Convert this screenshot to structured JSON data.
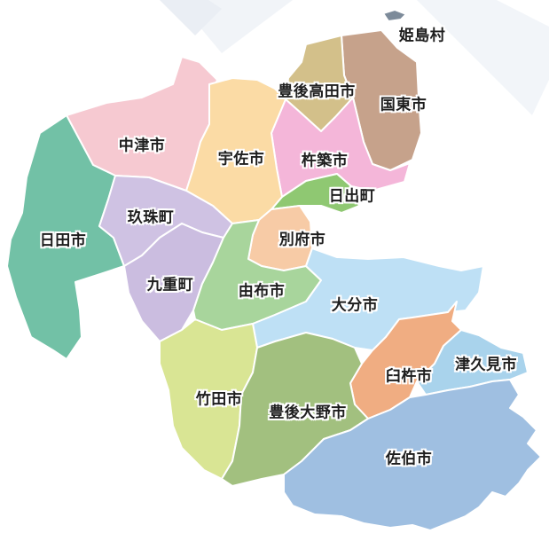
{
  "colors": {
    "background": "#ffffff",
    "decoration": "#eef2f6",
    "label_text": "#1e1e1e",
    "label_outline": "#ffffff"
  },
  "regions": {
    "himeshima": {
      "label": "姫島村",
      "color": "#7d8b9a"
    },
    "bungotakada": {
      "label": "豊後高田市",
      "color": "#d3c08a"
    },
    "kunisaki": {
      "label": "国東市",
      "color": "#c6a28b"
    },
    "nakatsu": {
      "label": "中津市",
      "color": "#f6c9d1"
    },
    "usa": {
      "label": "宇佐市",
      "color": "#fbdba5"
    },
    "kitsuki": {
      "label": "杵築市",
      "color": "#f4b6d9"
    },
    "hiji": {
      "label": "日出町",
      "color": "#8fc872"
    },
    "hita": {
      "label": "日田市",
      "color": "#72c1a6"
    },
    "kusu": {
      "label": "玖珠町",
      "color": "#cfc2e3"
    },
    "kokonoe": {
      "label": "九重町",
      "color": "#cbbde0"
    },
    "beppu": {
      "label": "別府市",
      "color": "#f7cba6"
    },
    "yufu": {
      "label": "由布市",
      "color": "#a8d59c"
    },
    "oita": {
      "label": "大分市",
      "color": "#bee0f5"
    },
    "usuki": {
      "label": "臼杵市",
      "color": "#f0ad82"
    },
    "tsukumi": {
      "label": "津久見市",
      "color": "#a9d3ec"
    },
    "taketa": {
      "label": "竹田市",
      "color": "#d9e594"
    },
    "bungoono": {
      "label": "豊後大野市",
      "color": "#a2c07f"
    },
    "saiki": {
      "label": "佐伯市",
      "color": "#9fbfe1"
    }
  }
}
